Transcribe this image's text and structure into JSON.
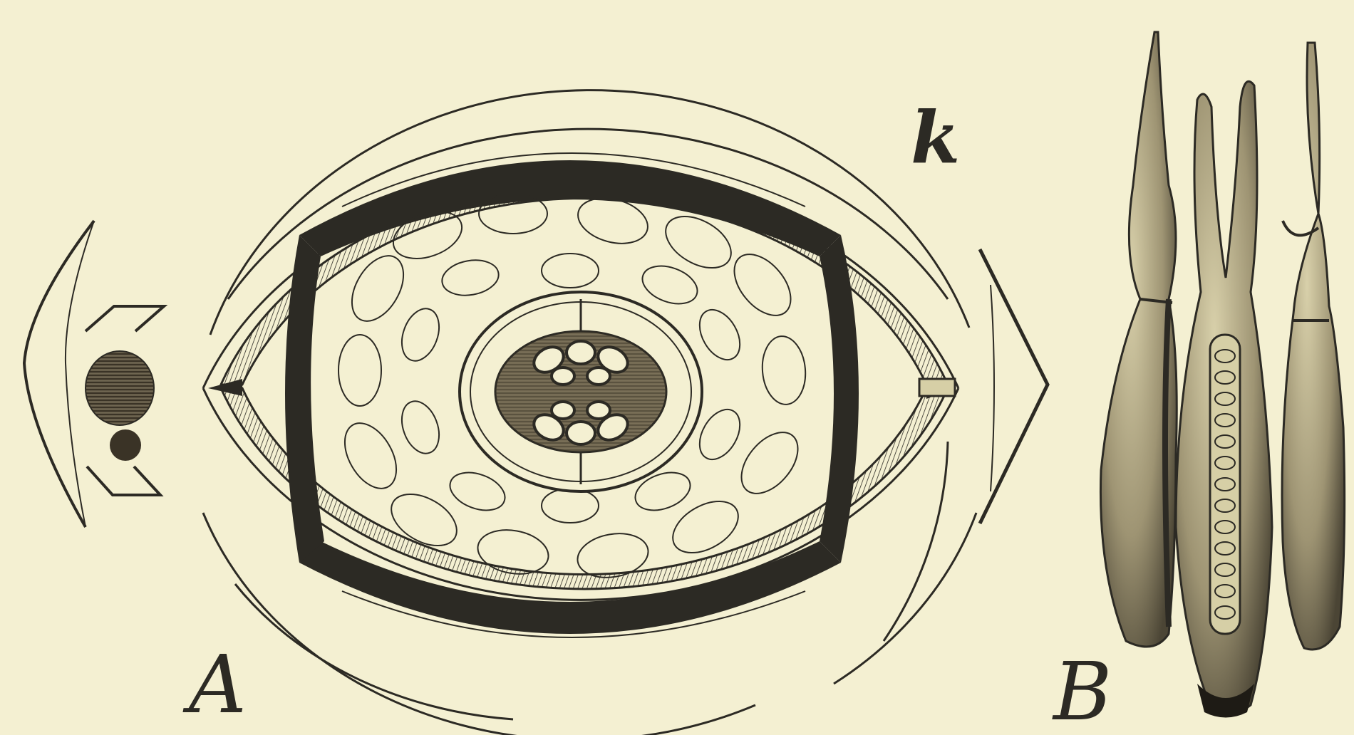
{
  "figure": {
    "background": "#f4f0d2",
    "ink": "#2c2a24",
    "labels": {
      "panel_a": "A",
      "panel_b": "B",
      "k": "k"
    }
  },
  "icons": {
    "floral_diagram": "floral-diagram-illustration",
    "pistils": "pistil-illustration"
  }
}
